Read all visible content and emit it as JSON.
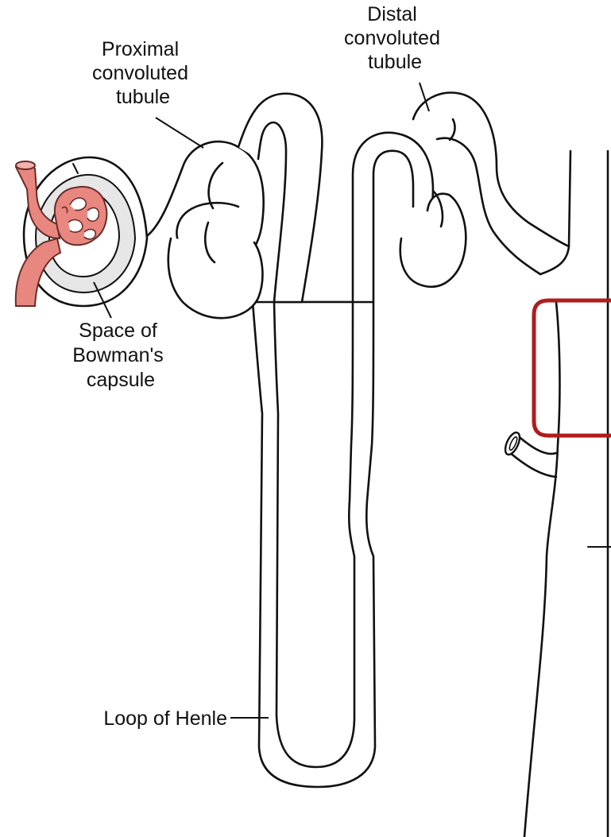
{
  "labels": {
    "proximal": [
      "Proximal",
      "convoluted",
      "tubule"
    ],
    "distal": [
      "Distal",
      "convoluted",
      "tubule"
    ],
    "bowman": [
      "Space of",
      "Bowman's",
      "capsule"
    ],
    "henle": "Loop of Henle"
  },
  "colors": {
    "glomerulus": "#e8877f",
    "glomerulus_stroke": "#6a2c28",
    "capsule_space": "#e6e6e6",
    "highlight_box": "#b01c1c",
    "outline": "#111111"
  }
}
